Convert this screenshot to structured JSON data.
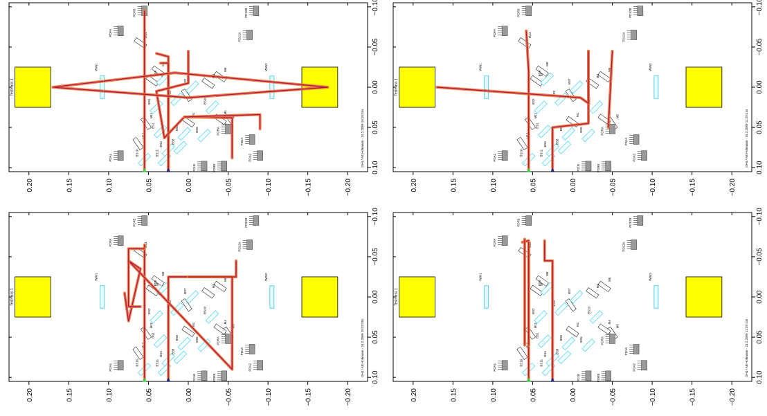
{
  "panels": [
    {
      "id": "top-left",
      "footer": "OH4 / AB Hohmann - 24.2.2009 10:26:54s",
      "beams": [
        {
          "path": [
            [
              0.055,
              0.103
            ],
            [
              0.055,
              -0.095
            ]
          ]
        },
        {
          "path": [
            [
              0.025,
              0.103
            ],
            [
              0.025,
              -0.038
            ],
            [
              0.04,
              -0.042
            ]
          ]
        },
        {
          "path": [
            [
              0.025,
              0.103
            ],
            [
              0.025,
              -0.03
            ],
            [
              0.035,
              -0.03
            ]
          ]
        },
        {
          "path": [
            [
              0.0,
              -0.045
            ],
            [
              0.0,
              -0.005
            ],
            [
              0.04,
              0.005
            ],
            [
              0.03,
              0.063
            ],
            [
              0.005,
              0.037
            ]
          ]
        },
        {
          "path": [
            [
              0.005,
              0.037
            ],
            [
              -0.055,
              0.038
            ],
            [
              -0.055,
              0.088
            ]
          ]
        },
        {
          "path": [
            [
              0.005,
              0.037
            ],
            [
              -0.09,
              0.034
            ],
            [
              -0.09,
              0.052
            ]
          ]
        },
        {
          "path": [
            [
              0.17,
              0.0
            ],
            [
              0.0,
              0.013
            ],
            [
              -0.175,
              0.0
            ],
            [
              0.017,
              -0.018
            ],
            [
              0.17,
              0.0
            ]
          ]
        }
      ]
    },
    {
      "id": "top-right",
      "footer": "OH4 / AB Hohmann - 24.2.2009 11:29:14s",
      "beams": [
        {
          "path": [
            [
              0.055,
              0.103
            ],
            [
              0.055,
              -0.02
            ],
            [
              0.058,
              -0.07
            ]
          ]
        },
        {
          "path": [
            [
              0.025,
              0.103
            ],
            [
              0.025,
              0.05
            ],
            [
              -0.02,
              0.045
            ],
            [
              -0.02,
              -0.045
            ]
          ]
        },
        {
          "path": [
            [
              -0.045,
              0.05
            ],
            [
              -0.05,
              -0.045
            ]
          ]
        },
        {
          "path": [
            [
              0.17,
              0.0
            ],
            [
              -0.01,
              0.013
            ],
            [
              -0.02,
              0.02
            ],
            [
              -0.02,
              -0.045
            ]
          ]
        }
      ]
    },
    {
      "id": "bottom-left",
      "footer": "OH4 / AB Hohmann - 24.2.2009 10:32:55s",
      "beams": [
        {
          "path": [
            [
              0.055,
              0.103
            ],
            [
              0.055,
              -0.065
            ]
          ]
        },
        {
          "path": [
            [
              0.025,
              0.103
            ],
            [
              0.025,
              -0.025
            ],
            [
              -0.06,
              -0.025
            ],
            [
              -0.06,
              -0.045
            ]
          ]
        },
        {
          "path": [
            [
              0.0,
              -0.025
            ],
            [
              -0.055,
              -0.025
            ],
            [
              -0.055,
              0.09
            ],
            [
              0.075,
              -0.045
            ],
            [
              0.06,
              -0.035
            ],
            [
              0.075,
              0.03
            ],
            [
              0.08,
              -0.005
            ]
          ]
        },
        {
          "path": [
            [
              0.055,
              -0.06
            ],
            [
              0.075,
              -0.06
            ],
            [
              0.075,
              0.012
            ],
            [
              0.06,
              0.012
            ]
          ]
        }
      ]
    },
    {
      "id": "bottom-right",
      "footer": "OH4 / AB Hohmann - 24.2.2009 11:29:14s",
      "beams": [
        {
          "path": [
            [
              0.055,
              0.103
            ],
            [
              0.055,
              -0.07
            ],
            [
              0.063,
              -0.068
            ]
          ]
        },
        {
          "path": [
            [
              0.025,
              0.103
            ],
            [
              0.025,
              -0.045
            ],
            [
              0.035,
              -0.045
            ],
            [
              0.035,
              -0.07
            ]
          ]
        },
        {
          "path": [
            [
              0.055,
              -0.068
            ],
            [
              0.055,
              0.06
            ]
          ]
        },
        {
          "path": [
            [
              0.06,
              0.06
            ],
            [
              0.06,
              -0.072
            ]
          ]
        }
      ]
    }
  ],
  "axes": {
    "horizontal_ticks": [
      0.2,
      0.15,
      0.1,
      0.05,
      0.0,
      -0.05,
      -0.1,
      -0.15,
      -0.2
    ],
    "horizontal_tick_labels": [
      "0.20",
      "0.15",
      "0.10",
      "0.05",
      "0.00",
      "−0.05",
      "−0.10",
      "−0.15",
      "−0.20"
    ],
    "vertical_ticks": [
      0.1,
      0.05,
      0.0,
      -0.05,
      -0.1
    ],
    "vertical_tick_labels": [
      "0.10",
      "0.05",
      "0.00",
      "−0.05",
      "−0.10"
    ]
  },
  "components": {
    "testmass_label": "Testmass 1",
    "labels_mirrors": [
      "M1",
      "M2",
      "M3",
      "M4",
      "M5",
      "M6",
      "M8",
      "M10",
      "M11",
      "M12",
      "M14"
    ],
    "labels_beamsplitters": [
      "BS1",
      "BS2",
      "BS3",
      "BS4",
      "BS5",
      "BS6",
      "BS7",
      "BS8",
      "BS9",
      "BS10",
      "BS11",
      "BS16"
    ],
    "labels_windows": [
      "WIN1",
      "WIN2"
    ],
    "labels_photodiodes": [
      "PDA1",
      "PDA2",
      "PD1A",
      "PD1B",
      "PD2A",
      "PD2B",
      "PDRA",
      "PDRB",
      "PDFA",
      "PDFB",
      "PD12A",
      "PD12B"
    ]
  },
  "colors": {
    "testmass_fill": "#ffff00",
    "beam_outer": "#e8763a",
    "beam_inner": "#b0144c",
    "window_stroke": "#30c8e8",
    "source_marker": "#2ecc40",
    "source_marker_alt": "#1a237e"
  }
}
